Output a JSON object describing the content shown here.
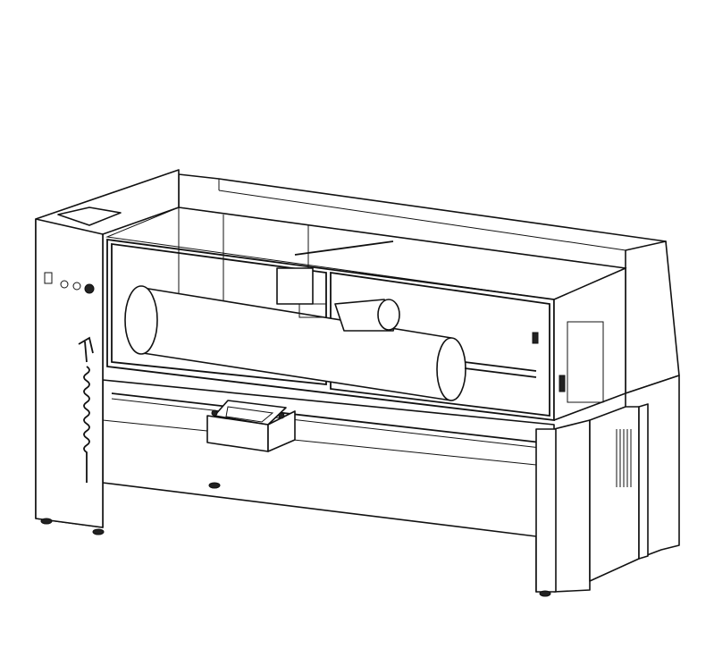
{
  "drawing": {
    "subject": "",
    "colors": {
      "line": "#111111",
      "background": "#ffffff"
    },
    "parts": [
      "left-cabinet",
      "main-frame",
      "glass-enclosure",
      "fabric-roll",
      "motor",
      "control-panel",
      "right-cabinet",
      "electrical-box",
      "spray-gun",
      "hose"
    ]
  }
}
